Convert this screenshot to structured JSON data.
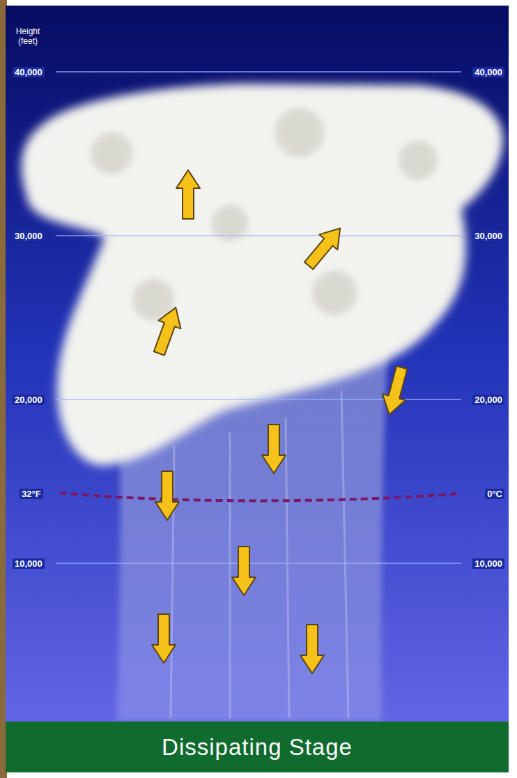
{
  "diagram": {
    "nodes": [
      {
        "text": [
          "Dissipating Stage"
        ]
      }
    ],
    "labels": [
      "Height (feet)",
      "40,000",
      "40,000",
      "30,000",
      "30,000",
      "20,000",
      "20,000",
      "10,000",
      "10,000",
      "32°F",
      "0°C"
    ]
  }
}
